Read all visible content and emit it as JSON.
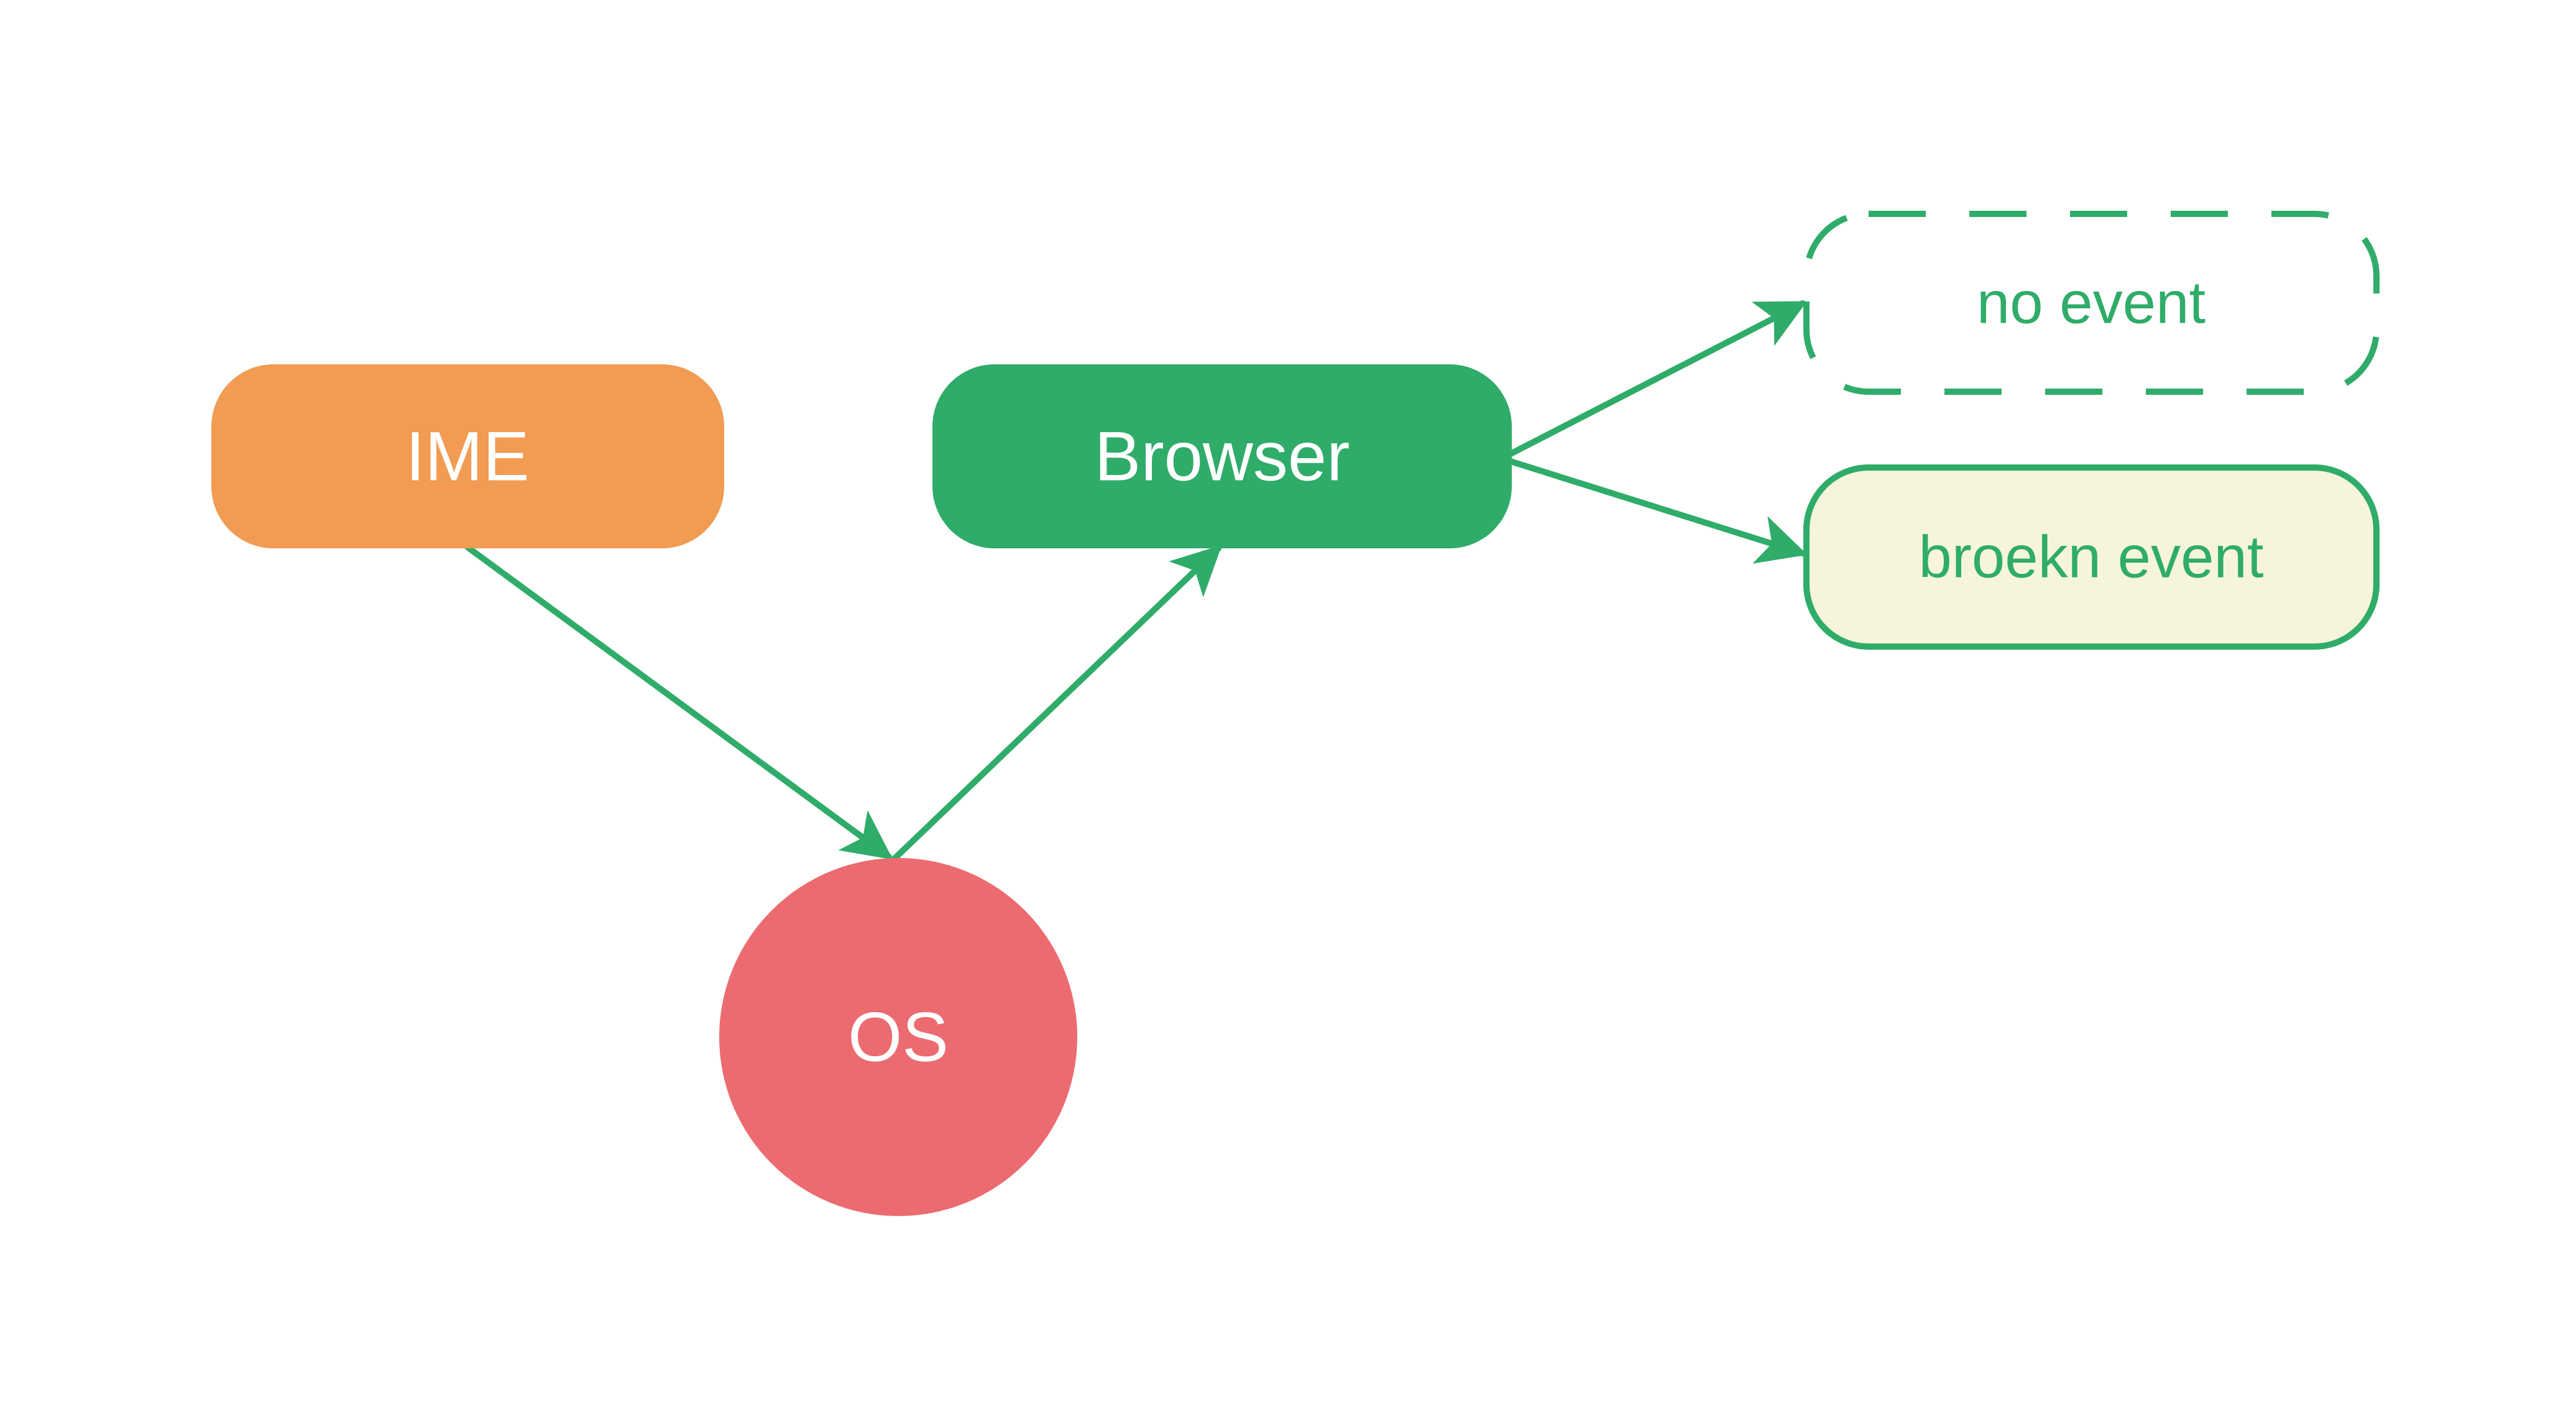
{
  "nodes": {
    "ime": {
      "label": "IME"
    },
    "browser": {
      "label": "Browser"
    },
    "os": {
      "label": "OS"
    },
    "no_event": {
      "label": "no event"
    },
    "broken_event": {
      "label": "broekn event"
    }
  },
  "colors": {
    "ime_fill": "#f29b52",
    "browser_fill": "#2fac69",
    "os_fill": "#ec6b70",
    "edge": "#2fac69",
    "no_event_fill": "#ffffff",
    "no_event_stroke": "#2fac69",
    "broken_event_fill": "#f6f5dc",
    "broken_event_stroke": "#2fac69",
    "light_text": "#ffffff",
    "green_text": "#2fac69"
  }
}
